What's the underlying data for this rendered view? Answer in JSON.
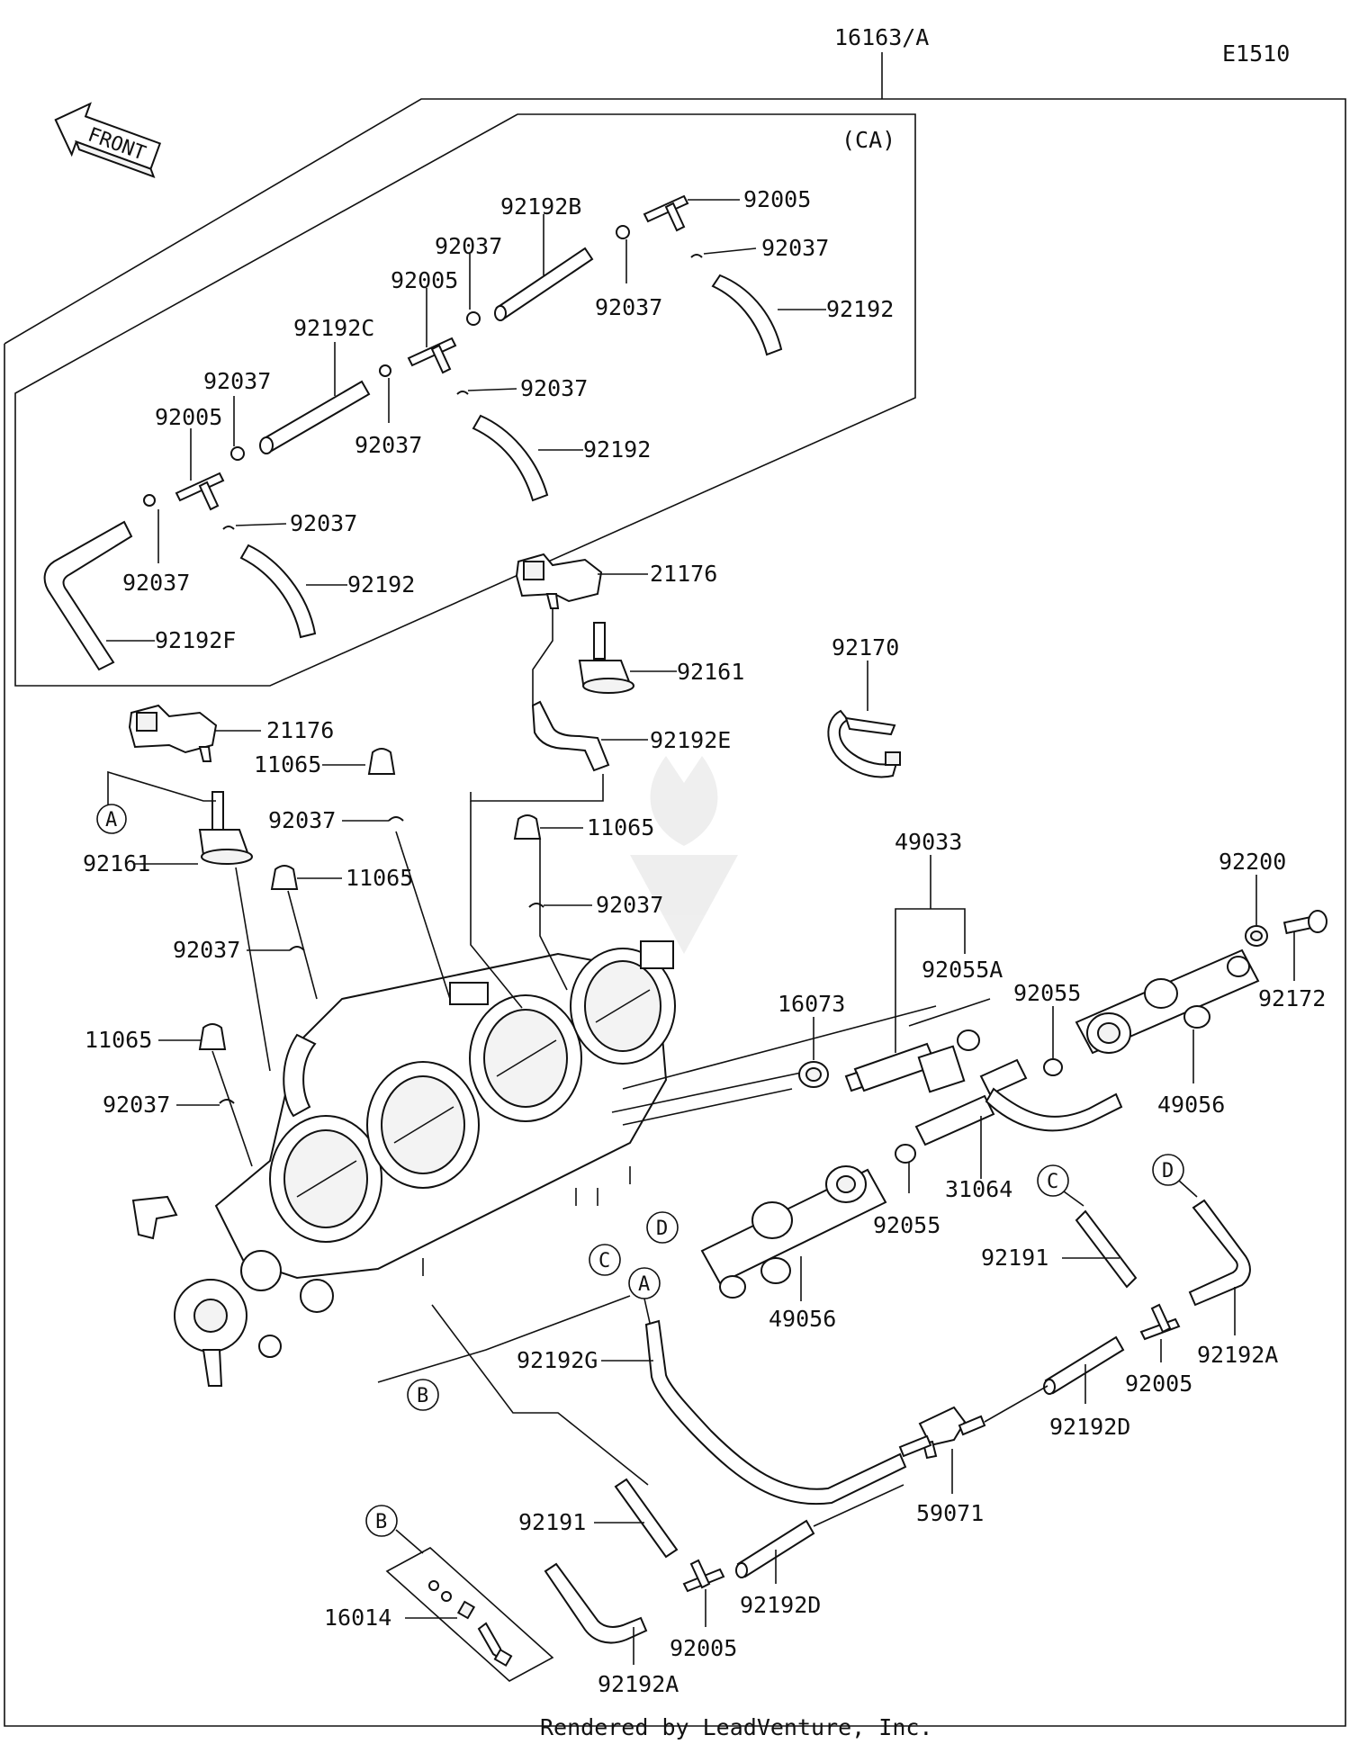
{
  "diagram_code": "E1510",
  "assembly_part": "16163/A",
  "front_label": "FRONT",
  "subassembly_label": "(CA)",
  "footer": "Rendered by LeadVenture, Inc.",
  "callouts": {
    "a": "A",
    "b": "B",
    "c": "C",
    "d": "D"
  },
  "parts": {
    "p92192b": "92192B",
    "p92005": "92005",
    "p92037": "92037",
    "p92192": "92192",
    "p92192c": "92192C",
    "p92192f": "92192F",
    "p21176": "21176",
    "p92161": "92161",
    "p92192e": "92192E",
    "p92170": "92170",
    "p11065": "11065",
    "p49033": "49033",
    "p92200": "92200",
    "p92172": "92172",
    "p92055a": "92055A",
    "p92055": "92055",
    "p16073": "16073",
    "p49056": "49056",
    "p31064": "31064",
    "p92191": "92191",
    "p92192a": "92192A",
    "p92192g": "92192G",
    "p92192d": "92192D",
    "p59071": "59071",
    "p16014": "16014"
  }
}
